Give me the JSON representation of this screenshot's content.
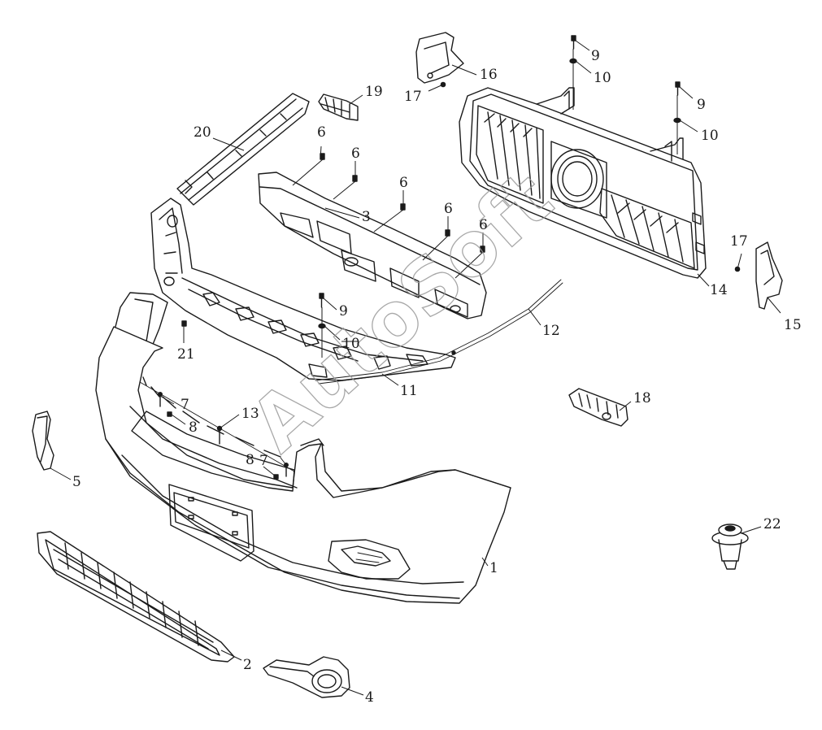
{
  "watermark": "AutoSoft",
  "callouts": [
    {
      "id": "1",
      "label": "1"
    },
    {
      "id": "2",
      "label": "2"
    },
    {
      "id": "3",
      "label": "3"
    },
    {
      "id": "4",
      "label": "4"
    },
    {
      "id": "5",
      "label": "5"
    },
    {
      "id": "6a",
      "label": "6"
    },
    {
      "id": "6b",
      "label": "6"
    },
    {
      "id": "6c",
      "label": "6"
    },
    {
      "id": "6d",
      "label": "6"
    },
    {
      "id": "6e",
      "label": "6"
    },
    {
      "id": "7a",
      "label": "7"
    },
    {
      "id": "7b",
      "label": "7"
    },
    {
      "id": "8a",
      "label": "8"
    },
    {
      "id": "8b",
      "label": "8"
    },
    {
      "id": "9a",
      "label": "9"
    },
    {
      "id": "9b",
      "label": "9"
    },
    {
      "id": "9c",
      "label": "9"
    },
    {
      "id": "10a",
      "label": "10"
    },
    {
      "id": "10b",
      "label": "10"
    },
    {
      "id": "10c",
      "label": "10"
    },
    {
      "id": "11",
      "label": "11"
    },
    {
      "id": "12",
      "label": "12"
    },
    {
      "id": "13",
      "label": "13"
    },
    {
      "id": "14",
      "label": "14"
    },
    {
      "id": "15",
      "label": "15"
    },
    {
      "id": "16",
      "label": "16"
    },
    {
      "id": "17a",
      "label": "17"
    },
    {
      "id": "17b",
      "label": "17"
    },
    {
      "id": "18",
      "label": "18"
    },
    {
      "id": "19",
      "label": "19"
    },
    {
      "id": "20",
      "label": "20"
    },
    {
      "id": "21",
      "label": "21"
    },
    {
      "id": "22",
      "label": "22"
    }
  ]
}
